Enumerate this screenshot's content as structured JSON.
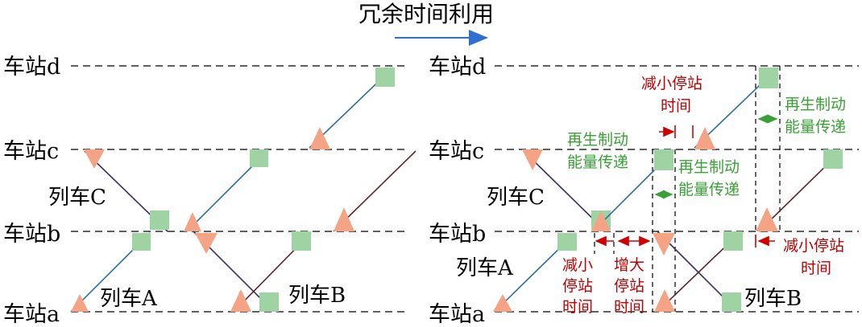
{
  "title": "冗余时间利用",
  "stations": {
    "a": "车站a",
    "b": "车站b",
    "c": "车站c",
    "d": "车站d"
  },
  "trains": {
    "A": "列车A",
    "B": "列车B",
    "C": "列车C"
  },
  "annotations": {
    "reduce_dwell_top": [
      "减小停站",
      "时间"
    ],
    "regen_transfer_1": [
      "再生制动",
      "能量传递"
    ],
    "regen_transfer_2": [
      "再生制动",
      "能量传递"
    ],
    "regen_transfer_3": [
      "再生制动",
      "能量传递"
    ],
    "reduce_dwell_bottom_left": [
      "减小",
      "停站",
      "时间"
    ],
    "increase_dwell": [
      "增大",
      "停站",
      "时间"
    ],
    "reduce_dwell_right": [
      "减小停站",
      "时间"
    ]
  },
  "colors": {
    "arrow": "#2f6fd0",
    "red_annotation": "#c00000",
    "green_annotation": "#3aa036",
    "triangle": "#f4a484",
    "square": "#9fd3a3"
  }
}
